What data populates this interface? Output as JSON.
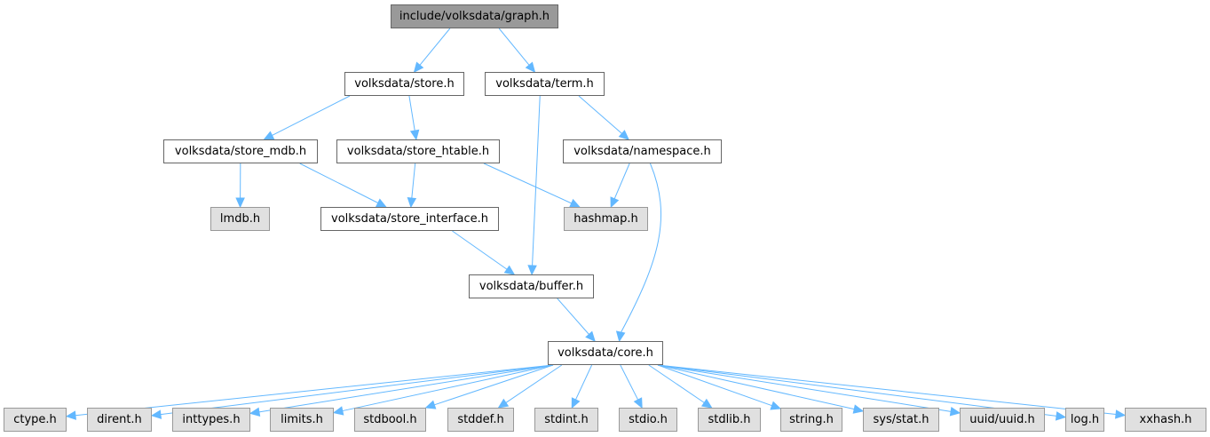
{
  "title": "include/volksdata/graph.h",
  "colors": {
    "edge": "#63b8ff",
    "root_fill": "#999999",
    "external_fill": "#e0e0e0",
    "local_fill": "#ffffff"
  },
  "nodes": {
    "graph": {
      "label": "include/volksdata/graph.h",
      "kind": "root"
    },
    "store": {
      "label": "volksdata/store.h",
      "kind": "local"
    },
    "term": {
      "label": "volksdata/term.h",
      "kind": "local"
    },
    "store_mdb": {
      "label": "volksdata/store_mdb.h",
      "kind": "local"
    },
    "store_htable": {
      "label": "volksdata/store_htable.h",
      "kind": "local"
    },
    "namespace": {
      "label": "volksdata/namespace.h",
      "kind": "local"
    },
    "lmdb": {
      "label": "lmdb.h",
      "kind": "external"
    },
    "store_interface": {
      "label": "volksdata/store_interface.h",
      "kind": "local"
    },
    "hashmap": {
      "label": "hashmap.h",
      "kind": "external"
    },
    "buffer": {
      "label": "volksdata/buffer.h",
      "kind": "local"
    },
    "core": {
      "label": "volksdata/core.h",
      "kind": "local"
    },
    "ctype": {
      "label": "ctype.h",
      "kind": "external"
    },
    "dirent": {
      "label": "dirent.h",
      "kind": "external"
    },
    "inttypes": {
      "label": "inttypes.h",
      "kind": "external"
    },
    "limits": {
      "label": "limits.h",
      "kind": "external"
    },
    "stdbool": {
      "label": "stdbool.h",
      "kind": "external"
    },
    "stddef": {
      "label": "stddef.h",
      "kind": "external"
    },
    "stdint": {
      "label": "stdint.h",
      "kind": "external"
    },
    "stdio": {
      "label": "stdio.h",
      "kind": "external"
    },
    "stdlib": {
      "label": "stdlib.h",
      "kind": "external"
    },
    "string": {
      "label": "string.h",
      "kind": "external"
    },
    "sys_stat": {
      "label": "sys/stat.h",
      "kind": "external"
    },
    "uuid": {
      "label": "uuid/uuid.h",
      "kind": "external"
    },
    "log": {
      "label": "log.h",
      "kind": "external"
    },
    "xxhash": {
      "label": "xxhash.h",
      "kind": "external"
    }
  },
  "edges": [
    [
      "graph",
      "store"
    ],
    [
      "graph",
      "term"
    ],
    [
      "store",
      "store_mdb"
    ],
    [
      "store",
      "store_htable"
    ],
    [
      "term",
      "buffer"
    ],
    [
      "term",
      "namespace"
    ],
    [
      "store_mdb",
      "lmdb"
    ],
    [
      "store_mdb",
      "store_interface"
    ],
    [
      "store_htable",
      "store_interface"
    ],
    [
      "store_htable",
      "hashmap"
    ],
    [
      "namespace",
      "hashmap"
    ],
    [
      "namespace",
      "core"
    ],
    [
      "store_interface",
      "buffer"
    ],
    [
      "buffer",
      "core"
    ],
    [
      "core",
      "ctype"
    ],
    [
      "core",
      "dirent"
    ],
    [
      "core",
      "inttypes"
    ],
    [
      "core",
      "limits"
    ],
    [
      "core",
      "stdbool"
    ],
    [
      "core",
      "stddef"
    ],
    [
      "core",
      "stdint"
    ],
    [
      "core",
      "stdio"
    ],
    [
      "core",
      "stdlib"
    ],
    [
      "core",
      "string"
    ],
    [
      "core",
      "sys_stat"
    ],
    [
      "core",
      "uuid"
    ],
    [
      "core",
      "log"
    ],
    [
      "core",
      "xxhash"
    ]
  ]
}
